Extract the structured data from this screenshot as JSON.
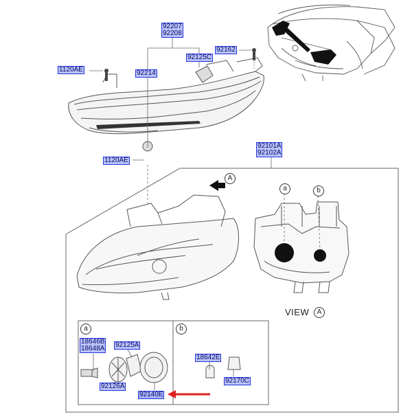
{
  "labels": {
    "p92207": "92207",
    "p92208": "92208",
    "p92125C": "92125C",
    "p92162": "92162",
    "p1120AE_top": "1120AE",
    "p92214": "92214",
    "p1120AE_mid": "1120AE",
    "p92101A": "92101A",
    "p92102A": "92102A",
    "p18646B": "18646B",
    "p18648A": "18648A",
    "p92125A": "92125A",
    "p92126A": "92126A",
    "p92140E": "92140E",
    "p18642E": "18642E",
    "p92170C": "92170C"
  },
  "view": {
    "view_text": "VIEW",
    "view_letter": "A",
    "arrow_letter": "A"
  },
  "callouts": {
    "a_main": "a",
    "b_main": "b",
    "a_detail": "a",
    "b_detail": "b"
  },
  "colors": {
    "label_fill": "#b9c3f7",
    "label_border": "#2233dd",
    "pointer_arrow": "#e02020",
    "line_art": "#555555",
    "dark_fill": "#111111"
  }
}
